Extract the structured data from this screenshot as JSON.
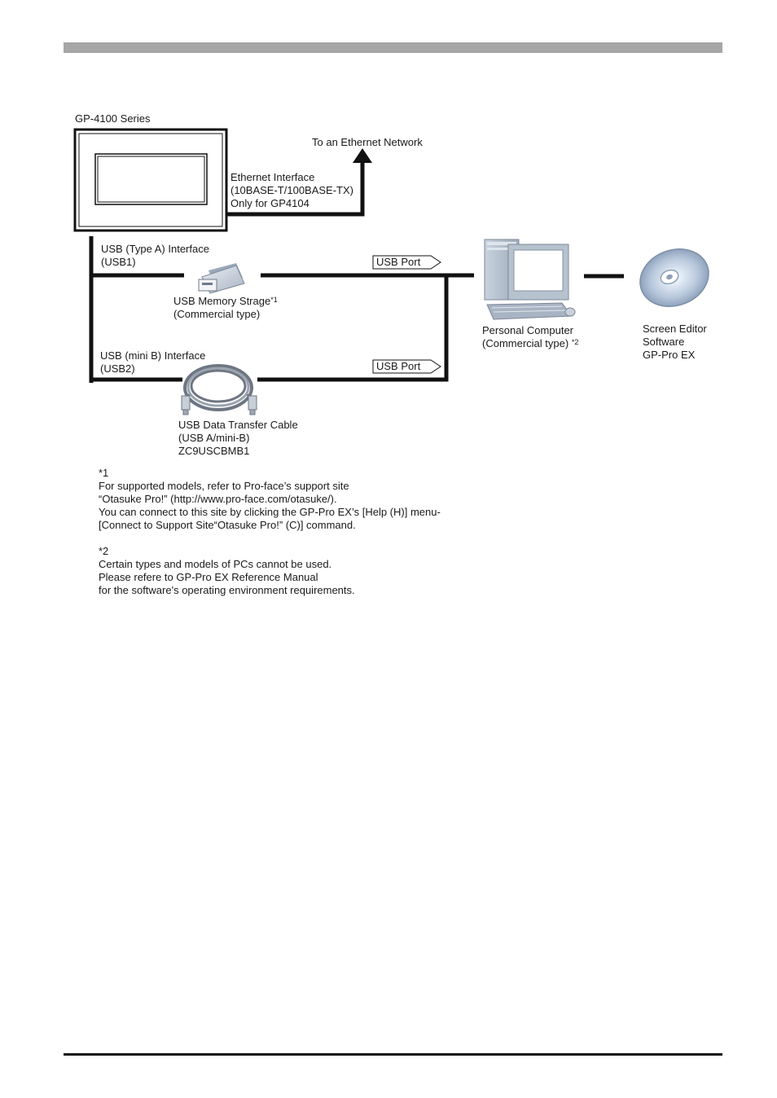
{
  "header_bar_color": "#a6a6a6",
  "device": {
    "title": "GP-4100 Series"
  },
  "ethernet": {
    "destination": "To an Ethernet Network",
    "interface_line1": "Ethernet Interface",
    "interface_line2": "(10BASE-T/100BASE-TX)",
    "interface_line3": "Only for GP4104"
  },
  "usb1": {
    "interface_line1": "USB (Type A) Interface",
    "interface_line2": "(USB1)",
    "device_line1": "USB Memory Strage",
    "device_note": "*1",
    "device_line2": "(Commercial type)",
    "port_label": "USB Port"
  },
  "usb2": {
    "interface_line1": "USB (mini B) Interface",
    "interface_line2": "(USB2)",
    "port_label": "USB Port",
    "cable_line1": "USB Data Transfer Cable",
    "cable_line2": "(USB A/mini-B)",
    "cable_line3": "ZC9USCBMB1"
  },
  "pc": {
    "line1": "Personal Computer",
    "line2": "(Commercial type)",
    "note": "*2"
  },
  "software": {
    "line1": "Screen Editor",
    "line2": "Software",
    "line3": "GP-Pro EX"
  },
  "notes": {
    "n1_marker": "*1",
    "n1_line1": "For supported models, refer to Pro-face’s support site",
    "n1_line2": "“Otasuke Pro!” (http://www.pro-face.com/otasuke/).",
    "n1_line3": "You can connect to this site by clicking the GP-Pro EX’s [Help (H)] menu-",
    "n1_line4": "[Connect to Support Site“Otasuke Pro!” (C)] command.",
    "n2_marker": "*2",
    "n2_line1": "Certain types and models of PCs cannot be used.",
    "n2_line2": "Please refere to  GP-Pro EX Reference Manual",
    "n2_line3": "for the software's operating environment requirements."
  }
}
